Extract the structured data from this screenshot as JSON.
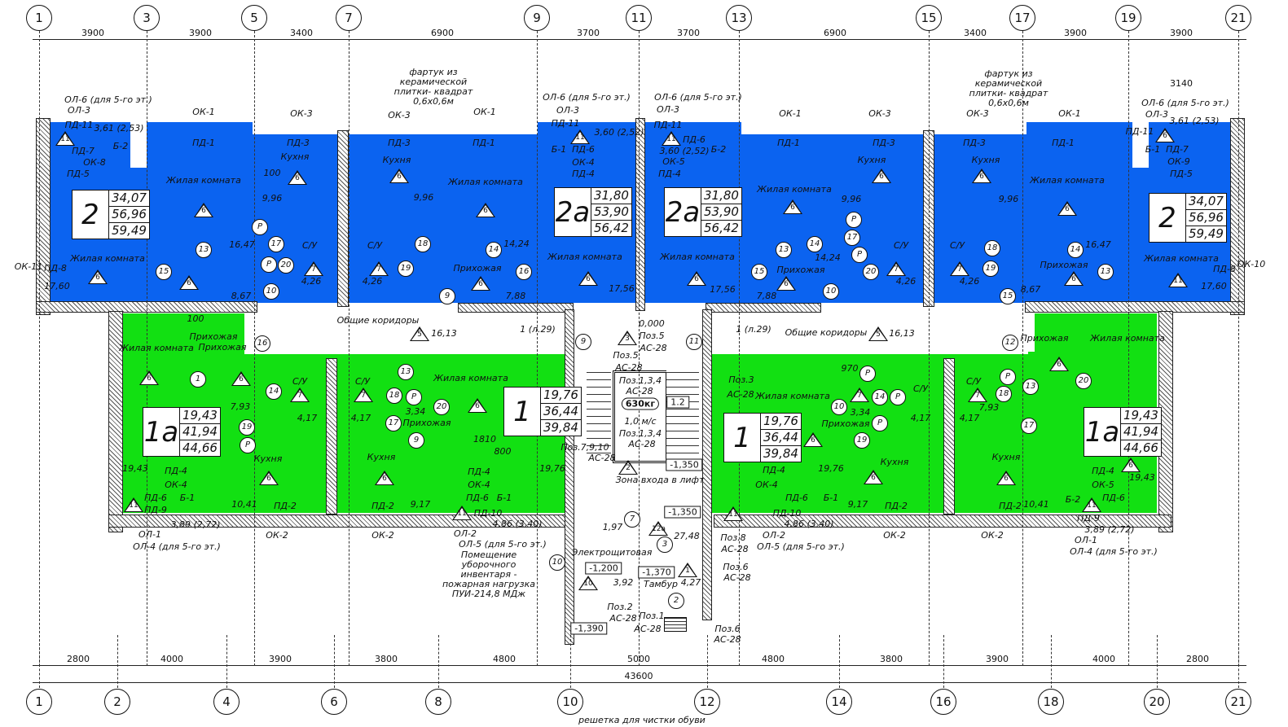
{
  "colors": {
    "two_room": "#0b63f0",
    "one_room": "#12e012"
  },
  "axes_top": [
    "1",
    "3",
    "5",
    "7",
    "9",
    "11",
    "13",
    "15",
    "17",
    "19",
    "21"
  ],
  "axes_bottom": [
    "1",
    "2",
    "4",
    "6",
    "8",
    "10",
    "12",
    "14",
    "16",
    "18",
    "20",
    "21"
  ],
  "dims_top": [
    "3900",
    "3900",
    "3400",
    "6900",
    "3700",
    "3700",
    "6900",
    "3400",
    "3900",
    "3900"
  ],
  "dims_bottom": [
    "2800",
    "4000",
    "3900",
    "3800",
    "4800",
    "5000",
    "4800",
    "3800",
    "3900",
    "4000",
    "2800"
  ],
  "dim_total": "43600",
  "dim_3140": "3140",
  "apartments": [
    {
      "type": "2",
      "areas": [
        "34,07",
        "56,96",
        "59,49"
      ]
    },
    {
      "type": "2а",
      "areas": [
        "31,80",
        "53,90",
        "56,42"
      ]
    },
    {
      "type": "2а",
      "areas": [
        "31,80",
        "53,90",
        "56,42"
      ]
    },
    {
      "type": "2",
      "areas": [
        "34,07",
        "56,96",
        "59,49"
      ]
    },
    {
      "type": "1а",
      "areas": [
        "19,43",
        "41,94",
        "44,66"
      ]
    },
    {
      "type": "1",
      "areas": [
        "19,76",
        "36,44",
        "39,84"
      ]
    },
    {
      "type": "1",
      "areas": [
        "19,76",
        "36,44",
        "39,84"
      ]
    },
    {
      "type": "1а",
      "areas": [
        "19,43",
        "41,94",
        "44,66"
      ]
    }
  ],
  "labels": [
    "ОЛ-6 (для 5-го эт.)",
    "ОЛ-3",
    "ОК-1",
    "ОК-3",
    "ОК-3",
    "ОК-1",
    "ОЛ-6 (для 5-го эт.)",
    "ОЛ-3",
    "ОЛ-6 (для 5-го эт.)",
    "ОЛ-3",
    "ОК-1",
    "ОК-3",
    "ОК-3",
    "ОК-1",
    "ОЛ-6 (для 5-го эт.)",
    "ОЛ-3",
    "фартук из керамической плитки- квадрат 0,6х0,6м",
    "фартук из керамической плитки- квадрат 0,6х0,6м",
    "ПД-11",
    "3,61 (2,53)",
    "ПД-7",
    "Б-2",
    "ОК-8",
    "ПД-5",
    "ПД-1",
    "ПД-3",
    "Кухня",
    "Жилая комната",
    "Жилая комната",
    "Прихожая",
    "9,96",
    "16,47",
    "17,60",
    "8,67",
    "4,26",
    "С/У",
    "С/У",
    "4,26",
    "ПД-3",
    "Кухня",
    "9,96",
    "ПД-1",
    "Жилая комната",
    "14,24",
    "Прихожая",
    "7,88",
    "ПД-11",
    "3,60 (2,52)",
    "Б-1",
    "ПД-6",
    "ОК-4",
    "ПД-4",
    "Жилая комната",
    "17,56",
    "ПД-11",
    "3,60 (2,52)",
    "ПД-6",
    "Б-2",
    "ОК-5",
    "ПД-4",
    "Жилая комната",
    "17,56",
    "ПД-1",
    "Жилая комната",
    "14,24",
    "Прихожая",
    "7,88",
    "ПД-3",
    "Кухня",
    "9,96",
    "С/У",
    "4,26",
    "С/У",
    "4,26",
    "ПД-3",
    "Кухня",
    "9,96",
    "ПД-1",
    "Жилая комната",
    "16,47",
    "Прихожая",
    "8,67",
    "ПД-11",
    "3,61 (2,53)",
    "Б-1",
    "ПД-7",
    "ОК-9",
    "ПД-5",
    "Жилая комната",
    "17,60",
    "ОК-11",
    "ПД-8",
    "ОК-10",
    "ПД-8",
    "Общие коридоры",
    "16,13",
    "Общие коридоры",
    "16,13",
    "1 (л.29)",
    "1 (л.29)",
    "0,000",
    "Жилая комната",
    "Прихожая",
    "7,93",
    "С/У",
    "4,17",
    "4,17",
    "С/У",
    "Прихожая",
    "3,34",
    "Жилая комната",
    "Кухня",
    "Кухня",
    "19,43",
    "ПД-4",
    "ОК-4",
    "10,41",
    "ПД-2",
    "ПД-2",
    "9,17",
    "19,76",
    "ПД-4",
    "ОК-4",
    "ПД-6",
    "Б-1",
    "ПД-9",
    "3,89 (2,72)",
    "ПД-6",
    "Б-1",
    "ПД-10",
    "4,86 (3,40)",
    "ОЛ-1",
    "ОЛ-4 (для 5-го эт.)",
    "ОК-2",
    "ОК-2",
    "ОЛ-2",
    "ОЛ-5 (для 5-го эт.)",
    "Жилая комната",
    "Прихожая",
    "3,34",
    "С/У",
    "4,17",
    "4,17",
    "С/У",
    "Прихожая",
    "Жилая комната",
    "7,93",
    "Кухня",
    "Кухня",
    "19,76",
    "ПД-4",
    "ОК-4",
    "9,17",
    "ПД-2",
    "ПД-2",
    "10,41",
    "19,43",
    "ПД-4",
    "ОК-5",
    "ПД-6",
    "Б-1",
    "ПД-10",
    "4,86 (3,40)",
    "Б-2",
    "ПД-6",
    "ПД-9",
    "3,89 (2,72)",
    "ОЛ-2",
    "ОЛ-5 (для 5-го эт.)",
    "ОК-2",
    "ОК-2",
    "ОЛ-1",
    "ОЛ-4 (для 5-го эт.)",
    "Поз.5",
    "АС-28",
    "Поз.5",
    "АС-28",
    "Поз.1,3,4",
    "АС-28",
    "1,0 м/с",
    "Поз.1,3,4",
    "АС-28",
    "Поз.3",
    "АС-28",
    "Поз.7,9,10",
    "АС-28",
    "Зона входа в лифт",
    "1,97",
    "27,48",
    "Электрощитовая",
    "3,92",
    "Тамбур",
    "4,27",
    "Поз.2",
    "АС-28",
    "Поз.1",
    "АС-28",
    "Поз.8",
    "АС-28",
    "Поз.6",
    "АС-28",
    "Поз.6",
    "АС-28",
    "Помещение уборочного инвентаря - пожарная нагрузка ПУИ-214,8 МДж",
    "решетка для чистки обуви",
    "1810",
    "800",
    "970",
    "100",
    "100"
  ],
  "boxes": [
    "630кг",
    "1.2",
    "-1,350",
    "-1,350",
    "-1,200",
    "-1,370",
    "-1,390"
  ],
  "triangles": [
    "11",
    "6",
    "6",
    "6",
    "6",
    "7",
    "7",
    "6",
    "6",
    "6",
    "11",
    "6",
    "6",
    "11",
    "6",
    "6",
    "6",
    "7",
    "7",
    "6",
    "6",
    "6",
    "11",
    "6",
    "5",
    "5",
    "3",
    "2",
    "12а",
    "10",
    "1",
    "6",
    "6",
    "7",
    "7",
    "6",
    "6",
    "6",
    "11",
    "11",
    "6",
    "6",
    "7",
    "7",
    "6",
    "6",
    "6",
    "11",
    "11"
  ],
  "circles": [
    "15",
    "13",
    "17",
    "20",
    "10",
    "P",
    "P",
    "18",
    "19",
    "14",
    "16",
    "9",
    "16",
    "15",
    "13",
    "14",
    "10",
    "P",
    "P",
    "17",
    "20",
    "19",
    "18",
    "14",
    "13",
    "15",
    "9",
    "11",
    "12",
    "10",
    "7",
    "3",
    "2",
    "1",
    "14",
    "19",
    "18",
    "20",
    "13",
    "9",
    "17",
    "P",
    "P",
    "P",
    "10",
    "14",
    "19",
    "18",
    "20",
    "13",
    "17",
    "P",
    "P",
    "P"
  ]
}
